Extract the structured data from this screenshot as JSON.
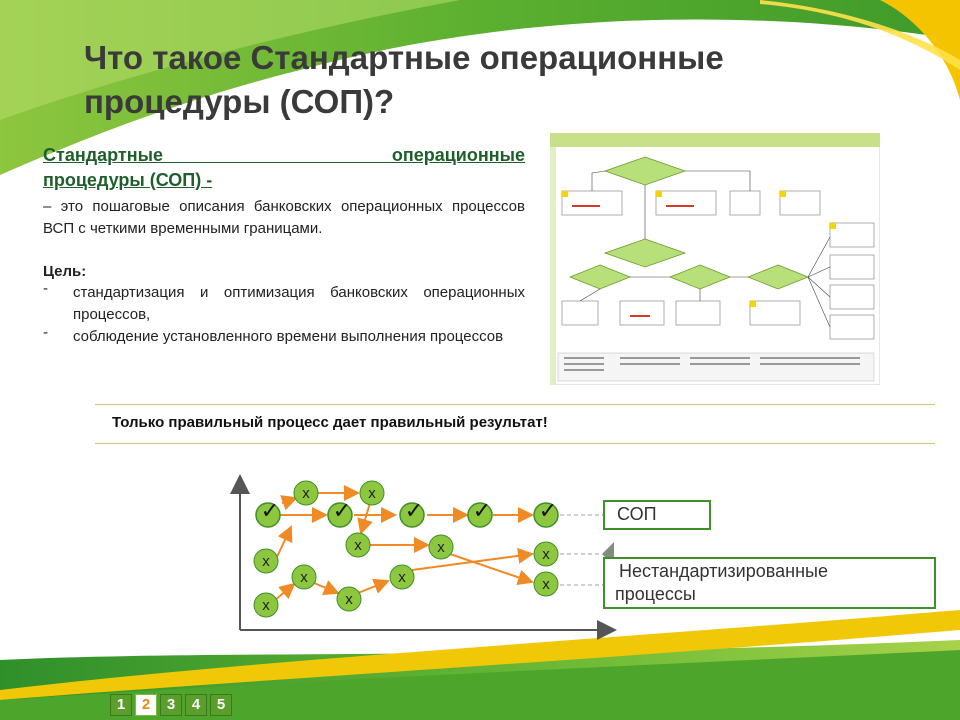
{
  "slide": {
    "title": "Что такое Стандартные операционные процедуры (СОП)?",
    "definition_heading_line1": "Стандартные операционные",
    "definition_heading_line2": "процедуры (СОП) -",
    "definition_text": "– это пошаговые описания банковских операционных процессов ВСП с четкими временными границами.",
    "goal_label": "Цель:",
    "goals": [
      "стандартизация и оптимизация банковских операционных процессов,",
      "соблюдение установленного времени выполнения процессов"
    ],
    "callout": "Только правильный процесс дает правильный результат!"
  },
  "diagram": {
    "node_mark": "x",
    "check_mark": "✓",
    "sop_label": "СОП",
    "nonstandard_label_line1": "Нестандартизированные",
    "nonstandard_label_line2": "процессы"
  },
  "navigation": {
    "pages": [
      "1",
      "2",
      "3",
      "4",
      "5"
    ],
    "active": "2"
  },
  "colors": {
    "accent_green": "#3f8f2a",
    "arrow_orange": "#f08a24",
    "title_gray": "#3a3a3a",
    "heading_green": "#1f5f2c"
  }
}
